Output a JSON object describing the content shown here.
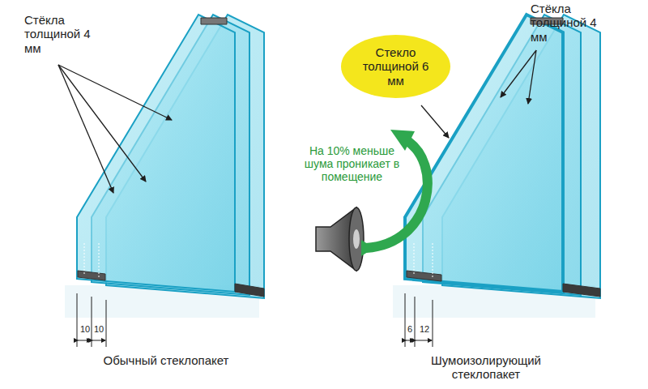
{
  "diagram": {
    "nodes": [
      {
        "text": [
          "Стекло толщиной 6 мм"
        ]
      }
    ],
    "labels": [
      "Стёкла толщиной 4 мм",
      "10",
      "10",
      "Обычный стеклопакет",
      "Стёкла толщиной 4 мм",
      "На 10% меньше шума проникает в помещение",
      "6",
      "12",
      "Шумоизолирующий стеклопакет"
    ]
  }
}
